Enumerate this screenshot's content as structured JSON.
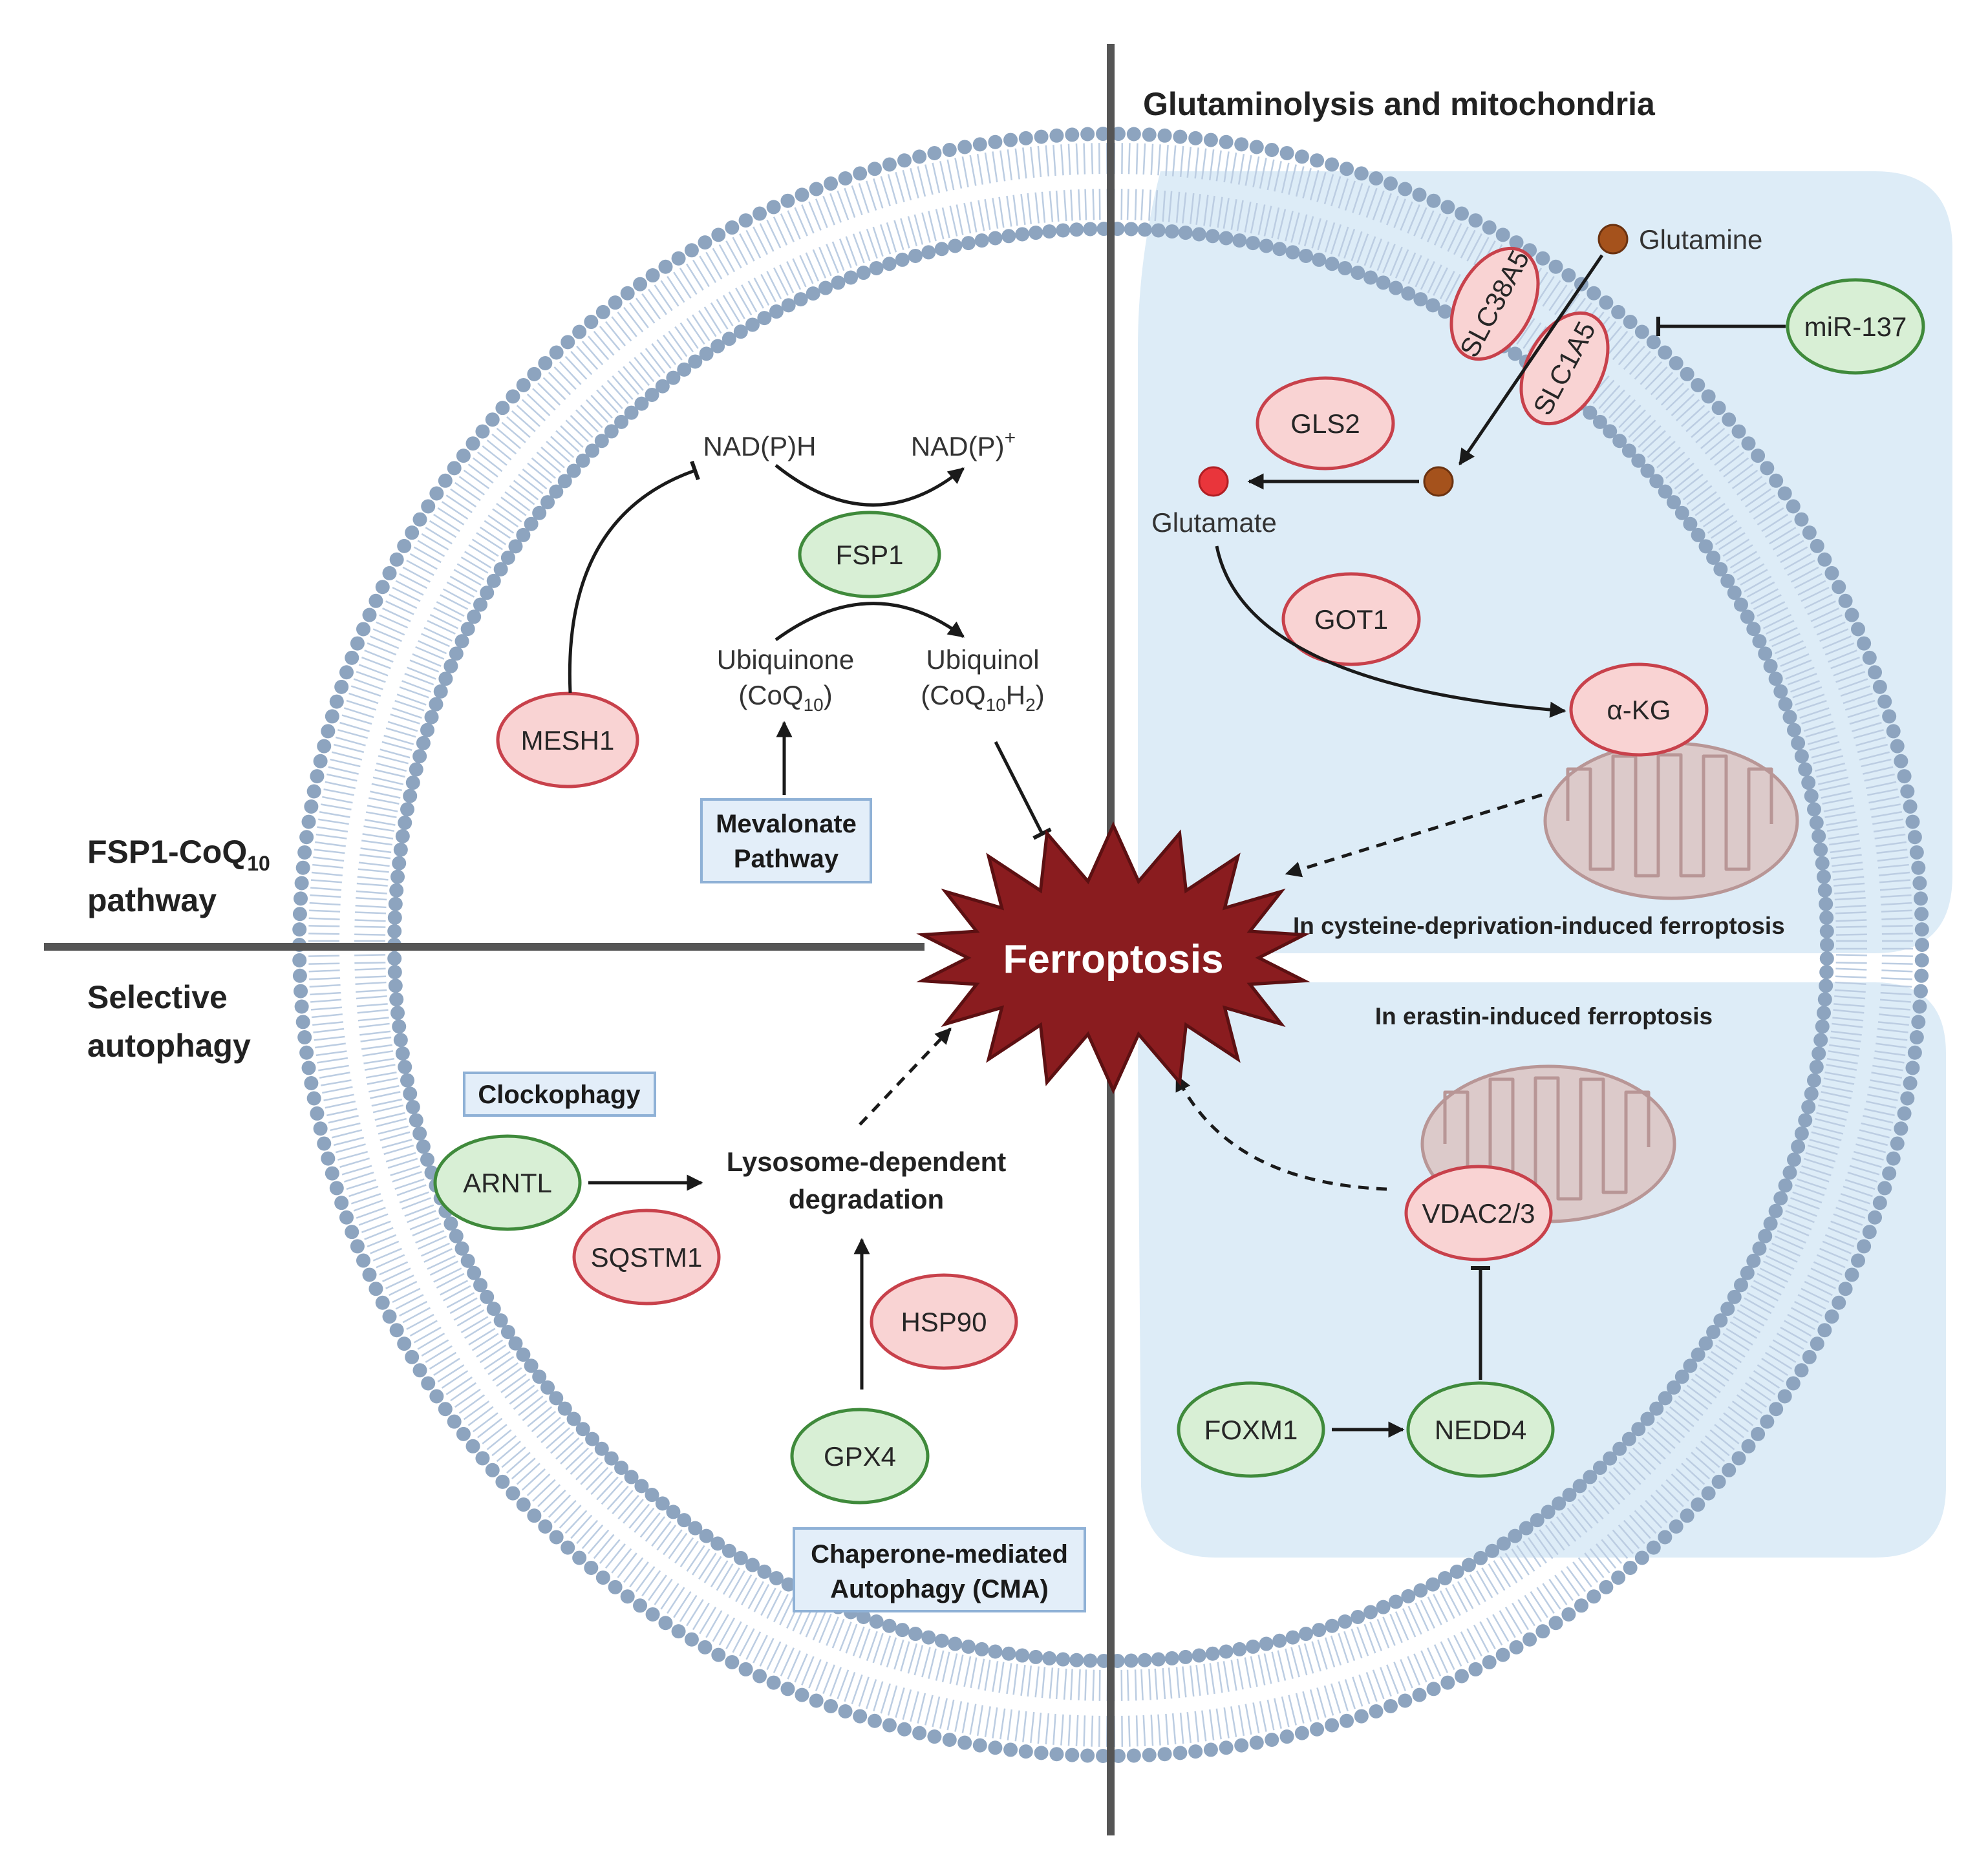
{
  "quadrants": {
    "top_left": "FSP1-CoQ",
    "top_left_sub": "10",
    "top_left_line2": "pathway",
    "top_right": "Glutaminolysis and mitochondria",
    "bottom_left_line1": "Selective",
    "bottom_left_line2": "autophagy"
  },
  "center": {
    "label": "Ferroptosis"
  },
  "fsp1": {
    "nadph": "NAD(P)H",
    "nadp": "NAD(P)",
    "nadp_sup": "+",
    "fsp1": "FSP1",
    "mesh1": "MESH1",
    "ubiquinone": "Ubiquinone",
    "coq_open": "(CoQ",
    "coq_sub": "10",
    "coq_close": ")",
    "ubiquinol": "Ubiquinol",
    "coqh_open": "(CoQ",
    "coqh_sub": "10",
    "coqh_mid": "H",
    "coqh_sub2": "2",
    "coqh_close": ")",
    "mevalonate_l1": "Mevalonate",
    "mevalonate_l2": "Pathway"
  },
  "glut": {
    "glutamine": "Glutamine",
    "slc38a5": "SLC38A5",
    "slc1a5": "SLC1A5",
    "mir137": "miR-137",
    "gls2": "GLS2",
    "glutamate": "Glutamate",
    "got1": "GOT1",
    "akg": "α-KG",
    "cysteine_note": "In cysteine-deprivation-induced ferroptosis",
    "erastin_note": "In erastin-induced ferroptosis",
    "vdac": "VDAC2/3",
    "foxm1": "FOXM1",
    "nedd4": "NEDD4"
  },
  "autophagy": {
    "clockophagy": "Clockophagy",
    "arntl": "ARNTL",
    "sqstm1": "SQSTM1",
    "lyso_l1": "Lysosome-dependent",
    "lyso_l2": "degradation",
    "hsp90": "HSP90",
    "gpx4": "GPX4",
    "cma_l1": "Chaperone-mediated",
    "cma_l2": "Autophagy (CMA)"
  },
  "colors": {
    "red_node_fill": "#f9d3d3",
    "red_node_stroke": "#c8414b",
    "green_node_fill": "#d8efd5",
    "green_node_stroke": "#3f8a3b",
    "panel_fill": "#ddecf7",
    "box_fill": "#e3eef9",
    "box_stroke": "#8fb1d6",
    "membrane_dot": "#8da4bf",
    "membrane_tail": "#bccde2",
    "ferroptosis_fill": "#8a1c1f",
    "axis_line": "#555555"
  }
}
